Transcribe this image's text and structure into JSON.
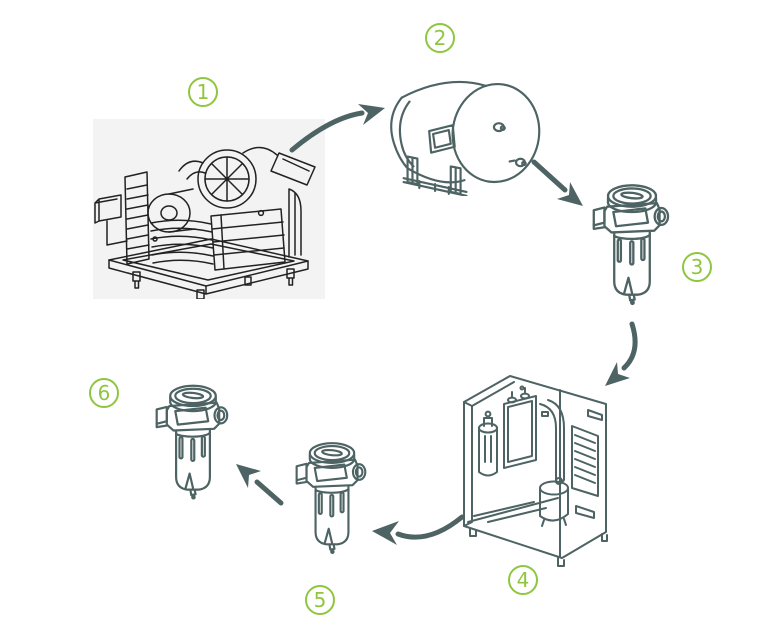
{
  "diagram": {
    "kind": "compressed-air-system-flow",
    "steps": [
      {
        "number": "1",
        "icon": "air-compressor-illustration"
      },
      {
        "number": "2",
        "icon": "horizontal-air-tank-illustration"
      },
      {
        "number": "3",
        "icon": "air-filter-illustration"
      },
      {
        "number": "4",
        "icon": "air-dryer-cabinet-illustration"
      },
      {
        "number": "5",
        "icon": "air-filter-illustration"
      },
      {
        "number": "6",
        "icon": "air-filter-illustration"
      }
    ],
    "arrows": [
      {
        "name": "arrow-step1-to-step2"
      },
      {
        "name": "arrow-step2-to-step3"
      },
      {
        "name": "arrow-step3-to-step4"
      },
      {
        "name": "arrow-step4-to-step5"
      },
      {
        "name": "arrow-step5-to-step6"
      }
    ]
  },
  "colors": {
    "accent_green": "#8fc63f",
    "line_art_teal": "#4e6363",
    "compressor_ink": "#222222",
    "compressor_panel_bg": "#f3f3f3",
    "canvas_bg": "#ffffff"
  }
}
